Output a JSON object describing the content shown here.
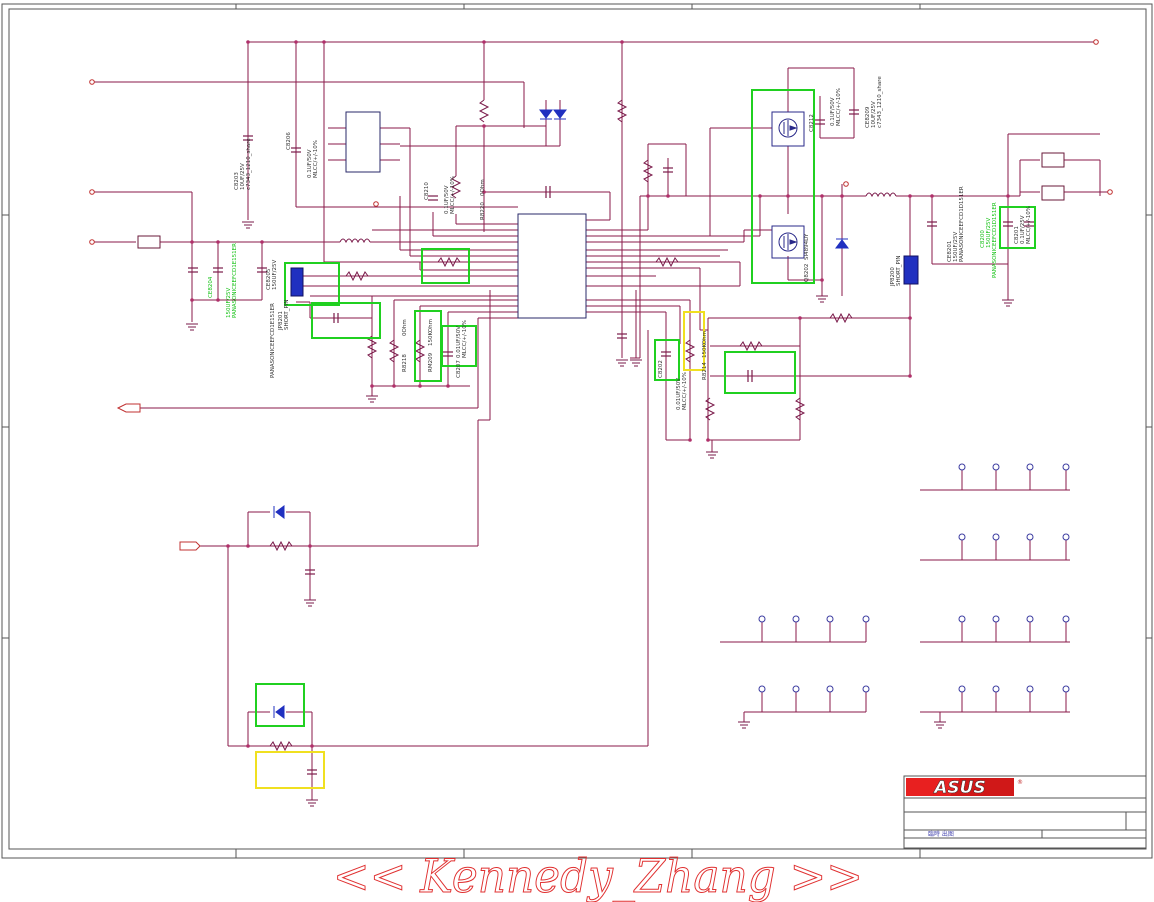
{
  "logo": {
    "text": "ASUS",
    "mark": "®"
  },
  "title_block": {
    "note": "臨時 出图"
  },
  "watermark": "<< Kennedy_Zhang >>",
  "labels": {
    "c8203": "C8203",
    "c8203_v": "10UF/25V",
    "c8203_pkg": "c7343_1210_share",
    "c8206": "C8206",
    "c8206_v": "0.1UF/50V",
    "c8206_t": "MLCC/+/-10%",
    "c8210": "C8210",
    "c8210_v": "0.1UF/50V",
    "c8210_t": "MLCC/+/-10%",
    "r8220": "R8220",
    "r8220_v": "0Ohm",
    "c8212": "C8212",
    "c8212_v": "0.1UF/50V",
    "c8212_t": "MLCC/+/-10%",
    "ce8209": "CE8209",
    "ce8209_v": "10UF/25V",
    "ce8209_pkg": "c7343_1210_share",
    "q8202": "Q8202",
    "q8202_p": "SI4894DY",
    "ce8201": "CE8201",
    "ce8201_v": "150UF/25V",
    "ce8201_pkg": "PANASONICEEFCD1D151ER",
    "c8200": "C8200",
    "c8200_v": "150UF/25V",
    "c8200_pkg": "PANASONICEEFCD1D151ER",
    "c8201": "C8201",
    "c8201_v": "0.1UF/25V",
    "c8201_t": "MLCC/+/-10%",
    "jp8200": "JP8200",
    "jp8200_v": "SHORT_PIN",
    "ce8204": "CE8204",
    "ce8204_v": "150UF/25V",
    "ce8204_pkg": "PANASONICEEFCD1E151ER",
    "ce8205": "CE8205",
    "ce8205_v": "150UF/25V",
    "ce8205_pkg": "PANASONICEEFCD1E151ER",
    "jp8201": "JP8201",
    "jp8201_v": "SHORT_PIN",
    "r8218": "R8218",
    "r8218_v": "0Ohm",
    "rm209": "RM209",
    "rm209_v": "150KOhm",
    "c8207": "C8207",
    "c8207_v": "0.01UF/50V",
    "c8207_t": "MLCC/+/-10%",
    "c8202": "C8202",
    "c8202_v": "0.01UF/50V",
    "c8202_t": "MLCC/+/-10%",
    "r8214": "R8214",
    "r8214_v": "150KOhm"
  }
}
